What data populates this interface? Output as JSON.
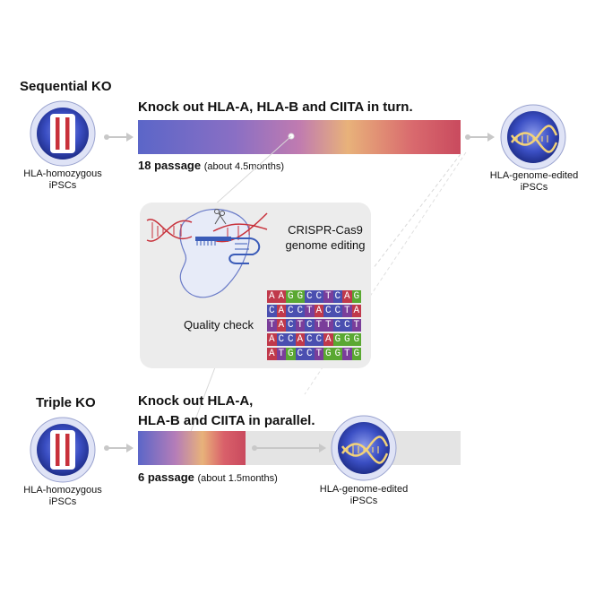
{
  "sequential": {
    "title": "Sequential KO",
    "bar_title": "Knock out HLA-A, HLA-B and CIITA in turn.",
    "passage_bold": "18 passage",
    "passage_note": "(about 4.5months)",
    "left_label": [
      "HLA-homozygous",
      "iPSCs"
    ],
    "right_label": [
      "HLA-genome-edited",
      "iPSCs"
    ]
  },
  "triple": {
    "title": "Triple KO",
    "bar_title_line1": "Knock out HLA-A,",
    "bar_title_line2": "HLA-B and CIITA in parallel.",
    "passage_bold": "6 passage",
    "passage_note": "(about 1.5months)",
    "left_label": [
      "HLA-homozygous",
      "iPSCs"
    ],
    "right_label": [
      "HLA-genome-edited",
      "iPSCs"
    ]
  },
  "panel": {
    "crispr_line1": "CRISPR-Cas9",
    "crispr_line2": "genome editing",
    "quality": "Quality check",
    "sequences": [
      "AAGGCCTCAG",
      "CACCTACCTA",
      "TACTCTTCCT",
      "ACCACCAGGG",
      "ATGCCTGGTG"
    ]
  },
  "colors": {
    "A": "#c0394b",
    "C": "#4a4fb0",
    "G": "#5aa832",
    "T": "#7a3e9a",
    "cell_blue": "#3b4fc4",
    "cell_red": "#c8313b",
    "arrow": "#c8c8c8"
  }
}
